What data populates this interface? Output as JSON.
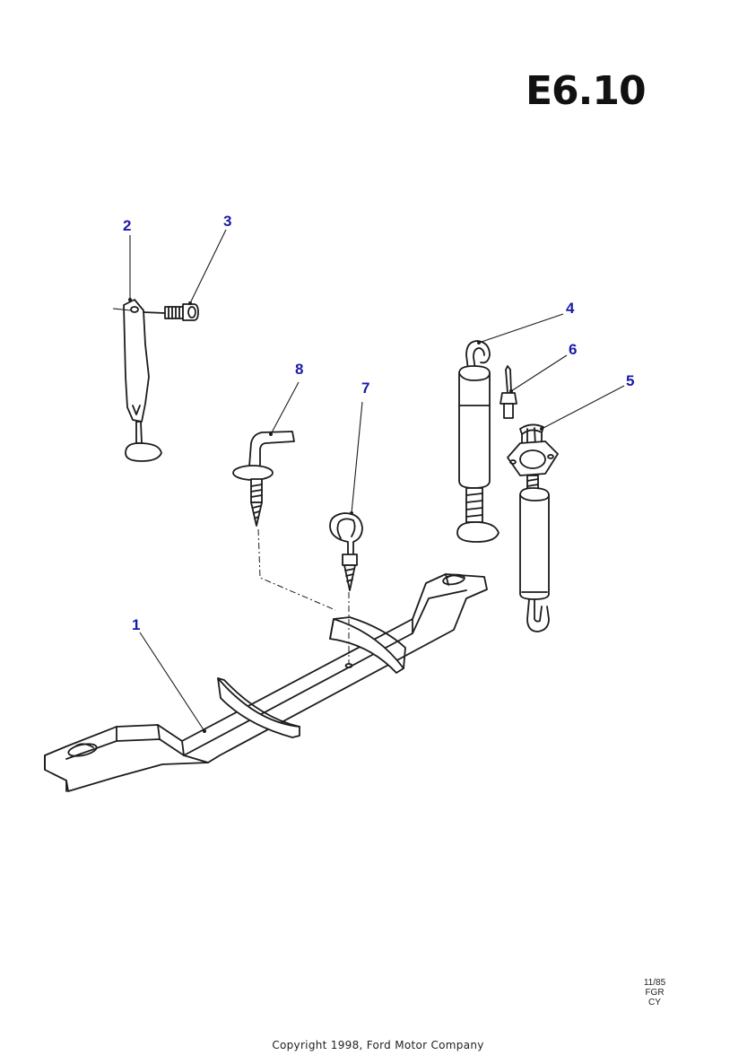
{
  "page_code": "E6.10",
  "callouts": {
    "c1": "1",
    "c2": "2",
    "c3": "3",
    "c4": "4",
    "c5": "5",
    "c6": "6",
    "c7": "7",
    "c8": "8"
  },
  "date_code": {
    "line1": "11/85",
    "line2": "FGR",
    "line3": "CY"
  },
  "copyright": "Copyright 1998, Ford Motor Company",
  "colors": {
    "callout": "#1a1aa8",
    "line": "#1c1c1c"
  }
}
